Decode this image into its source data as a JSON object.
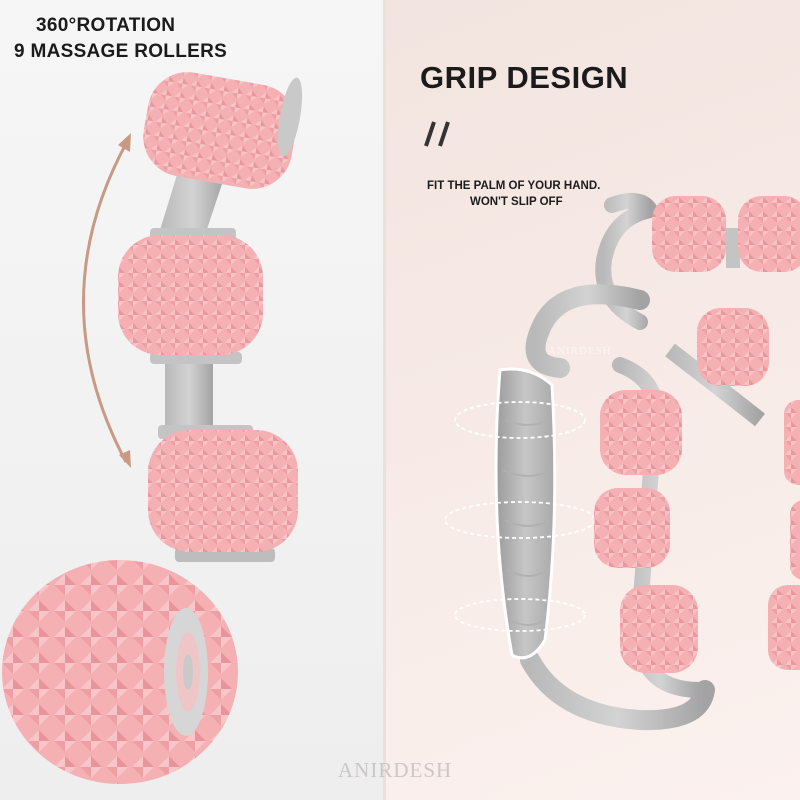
{
  "left_panel": {
    "headline_line1": "360°ROTATION",
    "headline_line2": "9 MASSAGE ROLLERS"
  },
  "right_panel": {
    "title": "GRIP DESIGN",
    "caption_line1": "FIT THE PALM OF YOUR HAND.",
    "caption_line2": "WON'T SLIP OFF",
    "handle_watermark": "ANIRDESH"
  },
  "watermark": "ANIRDESH",
  "colors": {
    "roller_pink": "#f2a9ac",
    "roller_shadow": "#e58f95",
    "frame_gray": "#a7a7a8",
    "axle_gray": "#c9c9c9",
    "accent_brown": "#c89a83"
  },
  "icons": {
    "rotation_arrow": "double-headed-curved-arrow",
    "slash_mark": "double-slash"
  }
}
